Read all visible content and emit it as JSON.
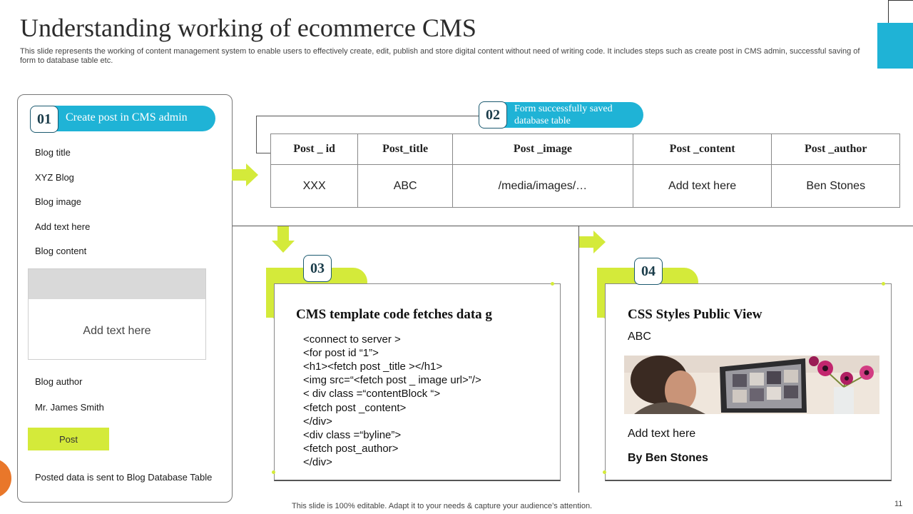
{
  "header": {
    "title": "Understanding working of ecommerce CMS",
    "subtitle": "This slide represents the working of content management system to enable users to effectively create, edit, publish and store digital content without need of writing code. It includes steps such as create post in CMS admin, successful saving of form to database table etc."
  },
  "colors": {
    "accent_cyan": "#1fb3d6",
    "accent_lime": "#d4ea3a",
    "accent_olive": "#7f8b2a",
    "accent_orange": "#e9772a"
  },
  "step1": {
    "number": "01",
    "label": "Create post in CMS admin",
    "fields": [
      {
        "key": "blog_title",
        "text": "Blog title"
      },
      {
        "key": "xyz_blog",
        "text": "XYZ Blog"
      },
      {
        "key": "blog_image",
        "text": "Blog image"
      },
      {
        "key": "add_text",
        "text": "Add text here"
      },
      {
        "key": "blog_content",
        "text": "Blog content"
      }
    ],
    "image_box_text": "Add text here",
    "author_label": "Blog author",
    "author_name": "Mr. James Smith",
    "post_button": "Post",
    "note": "Posted data is sent to Blog Database Table"
  },
  "step2": {
    "number": "02",
    "label": "Form successfully saved database table",
    "table": {
      "headers": [
        "Post _ id",
        "Post_title",
        "Post _image",
        "Post _content",
        "Post _author"
      ],
      "row": [
        "XXX",
        "ABC",
        "/media/images/…",
        "Add text here",
        "Ben Stones"
      ]
    }
  },
  "step3": {
    "number": "03",
    "heading": "CMS template code fetches data g",
    "code": [
      "<connect to server >",
      "<for post id “1”>",
      "<h1><fetch  post _title ></h1>",
      "<img src=“<fetch  post _ image url>”/>",
      "< div class =“contentBlock  “>",
      "<fetch post _content>",
      "</div>",
      "<div class =“byline”>",
      "<fetch post_author>",
      "</div>"
    ]
  },
  "step4": {
    "number": "04",
    "heading": "CSS Styles Public View",
    "title_value": "ABC",
    "image_icon": "photo-woman-laptop-flowers",
    "body_text": "Add text here",
    "byline": "By Ben Stones"
  },
  "footer": {
    "note": "This slide is 100% editable. Adapt it to your needs & capture your audience’s attention.",
    "page_number": "11"
  }
}
